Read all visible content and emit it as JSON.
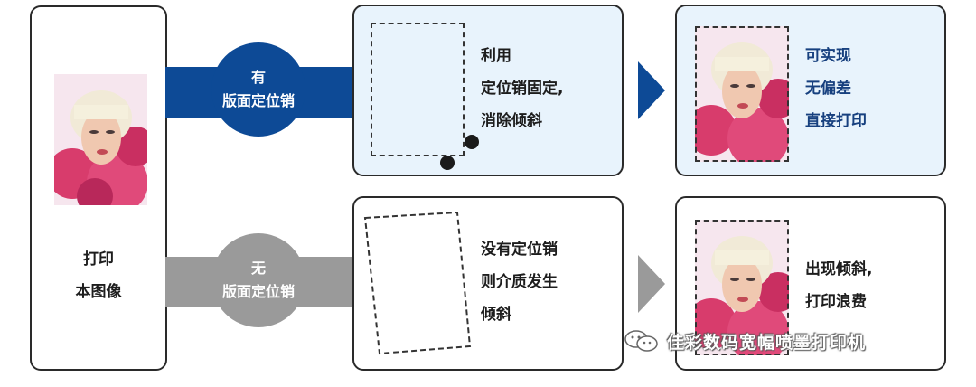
{
  "left_panel": {
    "line1": "打印",
    "line2": "本图像"
  },
  "top_row": {
    "circle_line1": "有",
    "circle_line2": "版面定位销",
    "desc_lines": [
      "利用",
      "定位销固定,",
      "消除倾斜"
    ],
    "result_lines": [
      "可实现",
      "无偏差",
      "直接打印"
    ],
    "accent_color": "#0d4a96",
    "panel_bg": "#e8f3fc"
  },
  "bottom_row": {
    "circle_line1": "无",
    "circle_line2": "版面定位销",
    "desc_lines": [
      "没有定位销",
      "则介质发生",
      "倾斜"
    ],
    "result_lines": [
      "出现倾斜,",
      "打印浪费"
    ],
    "accent_color": "#999999"
  },
  "watermark": {
    "text": "佳彩数码宽幅喷墨打印机",
    "icon": "wechat-icon"
  }
}
